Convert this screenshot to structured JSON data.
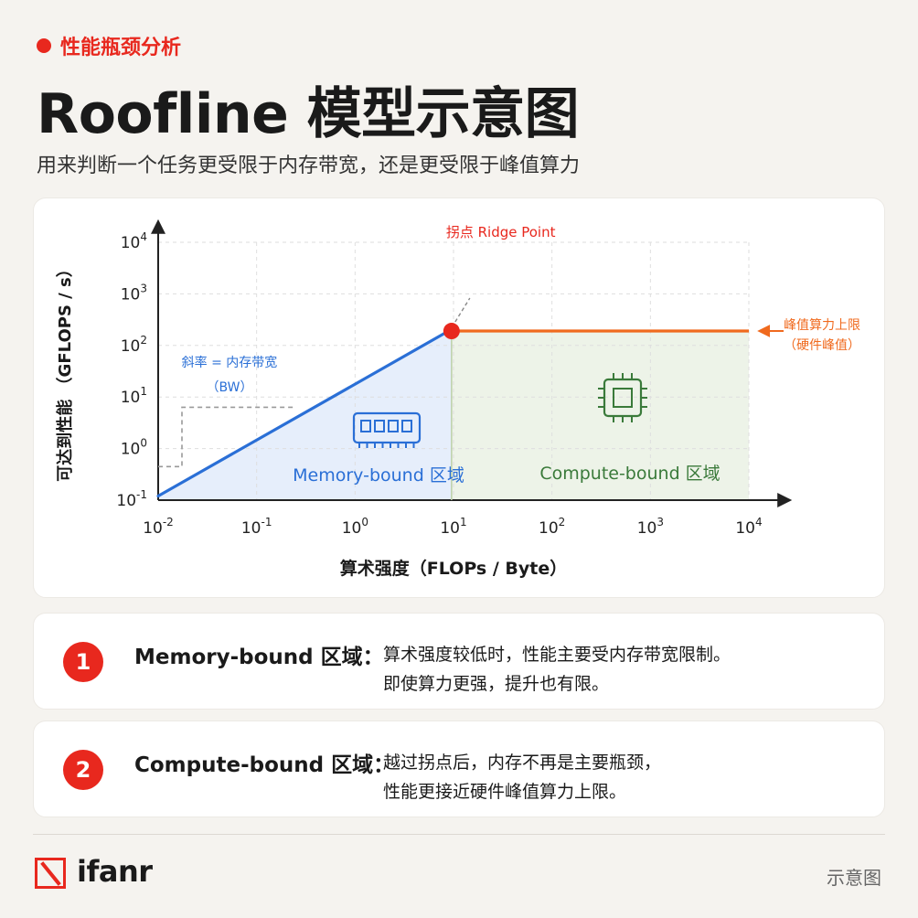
{
  "header": {
    "tag": "性能瓶颈分析",
    "title": "Roofline 模型示意图",
    "subtitle": "用来判断一个任务更受限于内存带宽，还是更受限于峰值算力"
  },
  "colors": {
    "accent": "#e8281e",
    "memory": "#2a6fd6",
    "compute": "#3a7a3a",
    "roof": "#f06a1e"
  },
  "chart_data": {
    "type": "line",
    "log_scale": true,
    "xlabel": "算术强度（FLOPs / Byte）",
    "ylabel": "可达到性能 （GFLOPS / s）",
    "x_ticks": [
      {
        "base": "10",
        "exp": "-2",
        "value": -2
      },
      {
        "base": "10",
        "exp": "-1",
        "value": -1
      },
      {
        "base": "10",
        "exp": "0",
        "value": 0
      },
      {
        "base": "10",
        "exp": "1",
        "value": 1
      },
      {
        "base": "10",
        "exp": "2",
        "value": 2
      },
      {
        "base": "10",
        "exp": "3",
        "value": 3
      },
      {
        "base": "10",
        "exp": "4",
        "value": 4
      }
    ],
    "y_ticks": [
      {
        "base": "10",
        "exp": "4",
        "value": 4
      },
      {
        "base": "10",
        "exp": "3",
        "value": 3
      },
      {
        "base": "10",
        "exp": "2",
        "value": 2
      },
      {
        "base": "10",
        "exp": "1",
        "value": 1
      },
      {
        "base": "10",
        "exp": "0",
        "value": 0
      },
      {
        "base": "10",
        "exp": "-1",
        "value": -1
      }
    ],
    "xlim_log10": [
      -2,
      4
    ],
    "ylim_log10": [
      -1,
      4
    ],
    "memory_roof": {
      "start": [
        -2,
        -0.92
      ],
      "end": [
        0.95,
        2.28
      ]
    },
    "compute_roof": {
      "start": [
        1.03,
        2.28
      ],
      "end": [
        4,
        2.28
      ]
    },
    "ridge_point": [
      0.98,
      2.28
    ],
    "grid": true,
    "annotations": {
      "ridge": "拐点 Ridge Point",
      "peak_line1": "峰值算力上限",
      "peak_line2": "（硬件峰值）",
      "slope_line1": "斜率 = 内存带宽",
      "slope_line2": "（BW）",
      "memory_region": "Memory-bound 区域",
      "compute_region": "Compute-bound 区域"
    }
  },
  "notes": [
    {
      "number": "1",
      "title": "Memory-bound 区域：",
      "line1": "算术强度较低时，性能主要受内存带宽限制。",
      "line2": "即使算力更强，提升也有限。"
    },
    {
      "number": "2",
      "title": "Compute-bound 区域：",
      "line1": "越过拐点后，内存不再是主要瓶颈，",
      "line2": "性能更接近硬件峰值算力上限。"
    }
  ],
  "footer": {
    "brand": "ifanr",
    "caption": "示意图"
  }
}
